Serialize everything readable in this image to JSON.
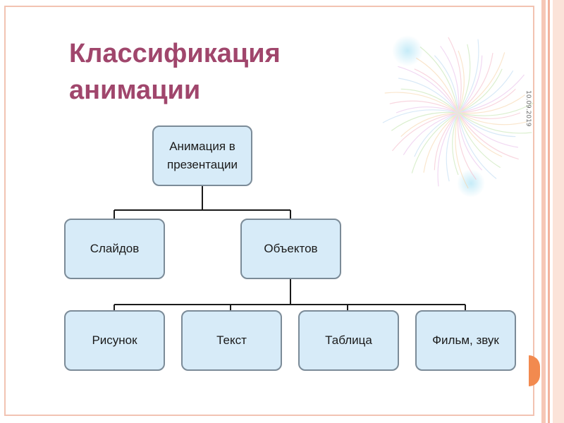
{
  "title": {
    "line1": "Классификация",
    "line2": "анимации"
  },
  "date_mark": "10.09.2019",
  "colors": {
    "title": "#a0466c",
    "node_fill": "#d7ebf8",
    "node_border": "#7b8b98",
    "connector": "#1a1a1a",
    "frame": "#f2c3b2",
    "accent_tab": "#f28a4f"
  },
  "diagram": {
    "root": "Анимация в\nпрезентации",
    "level1": [
      "Слайдов",
      "Объектов"
    ],
    "level2": [
      "Рисунок",
      "Текст",
      "Таблица",
      "Фильм, звук"
    ]
  }
}
